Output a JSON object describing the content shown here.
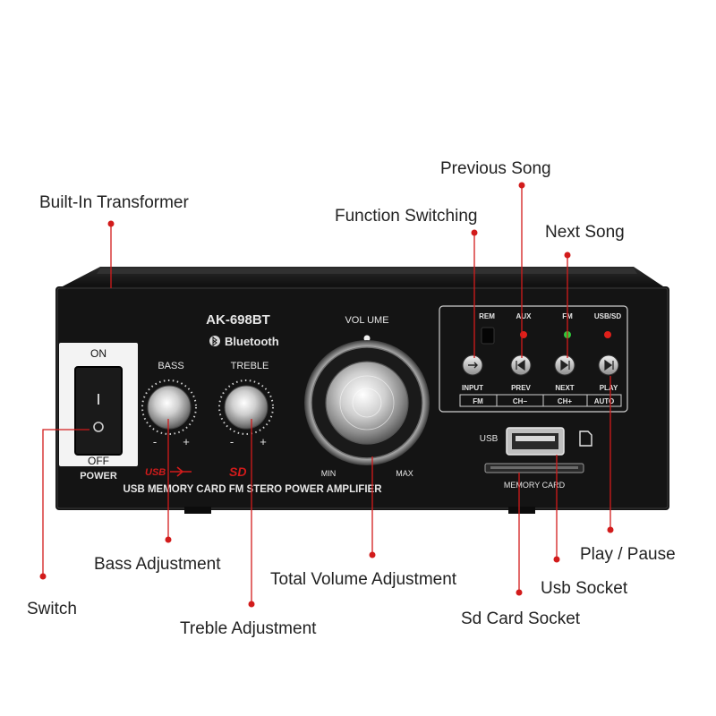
{
  "panel": {
    "model": "AK-698BT",
    "bluetooth": "Bluetooth",
    "volume": "VOL UME",
    "vol_min": "MIN",
    "vol_max": "MAX",
    "bass": "BASS",
    "treble": "TREBLE",
    "minus": "-",
    "plus": "+",
    "switch_on": "ON",
    "switch_off": "OFF",
    "power": "POWER",
    "usb_logo": "USB",
    "sd_logo": "SD",
    "bottom_text": "USB MEMORY CARD FM STERO POWER AMPLIFIER",
    "indicators": [
      "REM",
      "AUX",
      "FM",
      "USB/SD"
    ],
    "buttons": [
      "INPUT",
      "PREV",
      "NEXT",
      "PLAY"
    ],
    "sub_buttons": [
      "FM",
      "CH−",
      "CH+",
      "AUTO"
    ],
    "usb_port": "USB",
    "memory_card": "MEMORY CARD",
    "colors": {
      "led_red": "#e0201a",
      "led_green": "#2fc93a",
      "accent": "#d21b1b",
      "panel": "#141414"
    }
  },
  "callouts": {
    "built_in_transformer": "Built-In Transformer",
    "previous_song": "Previous Song",
    "function_switching": "Function Switching",
    "next_song": "Next Song",
    "switch": "Switch",
    "bass_adjustment": "Bass Adjustment",
    "total_volume_adjustment": "Total Volume Adjustment",
    "treble_adjustment": "Treble Adjustment",
    "play_pause": "Play / Pause",
    "usb_socket": "Usb Socket",
    "sd_card_socket": "Sd Card Socket"
  }
}
